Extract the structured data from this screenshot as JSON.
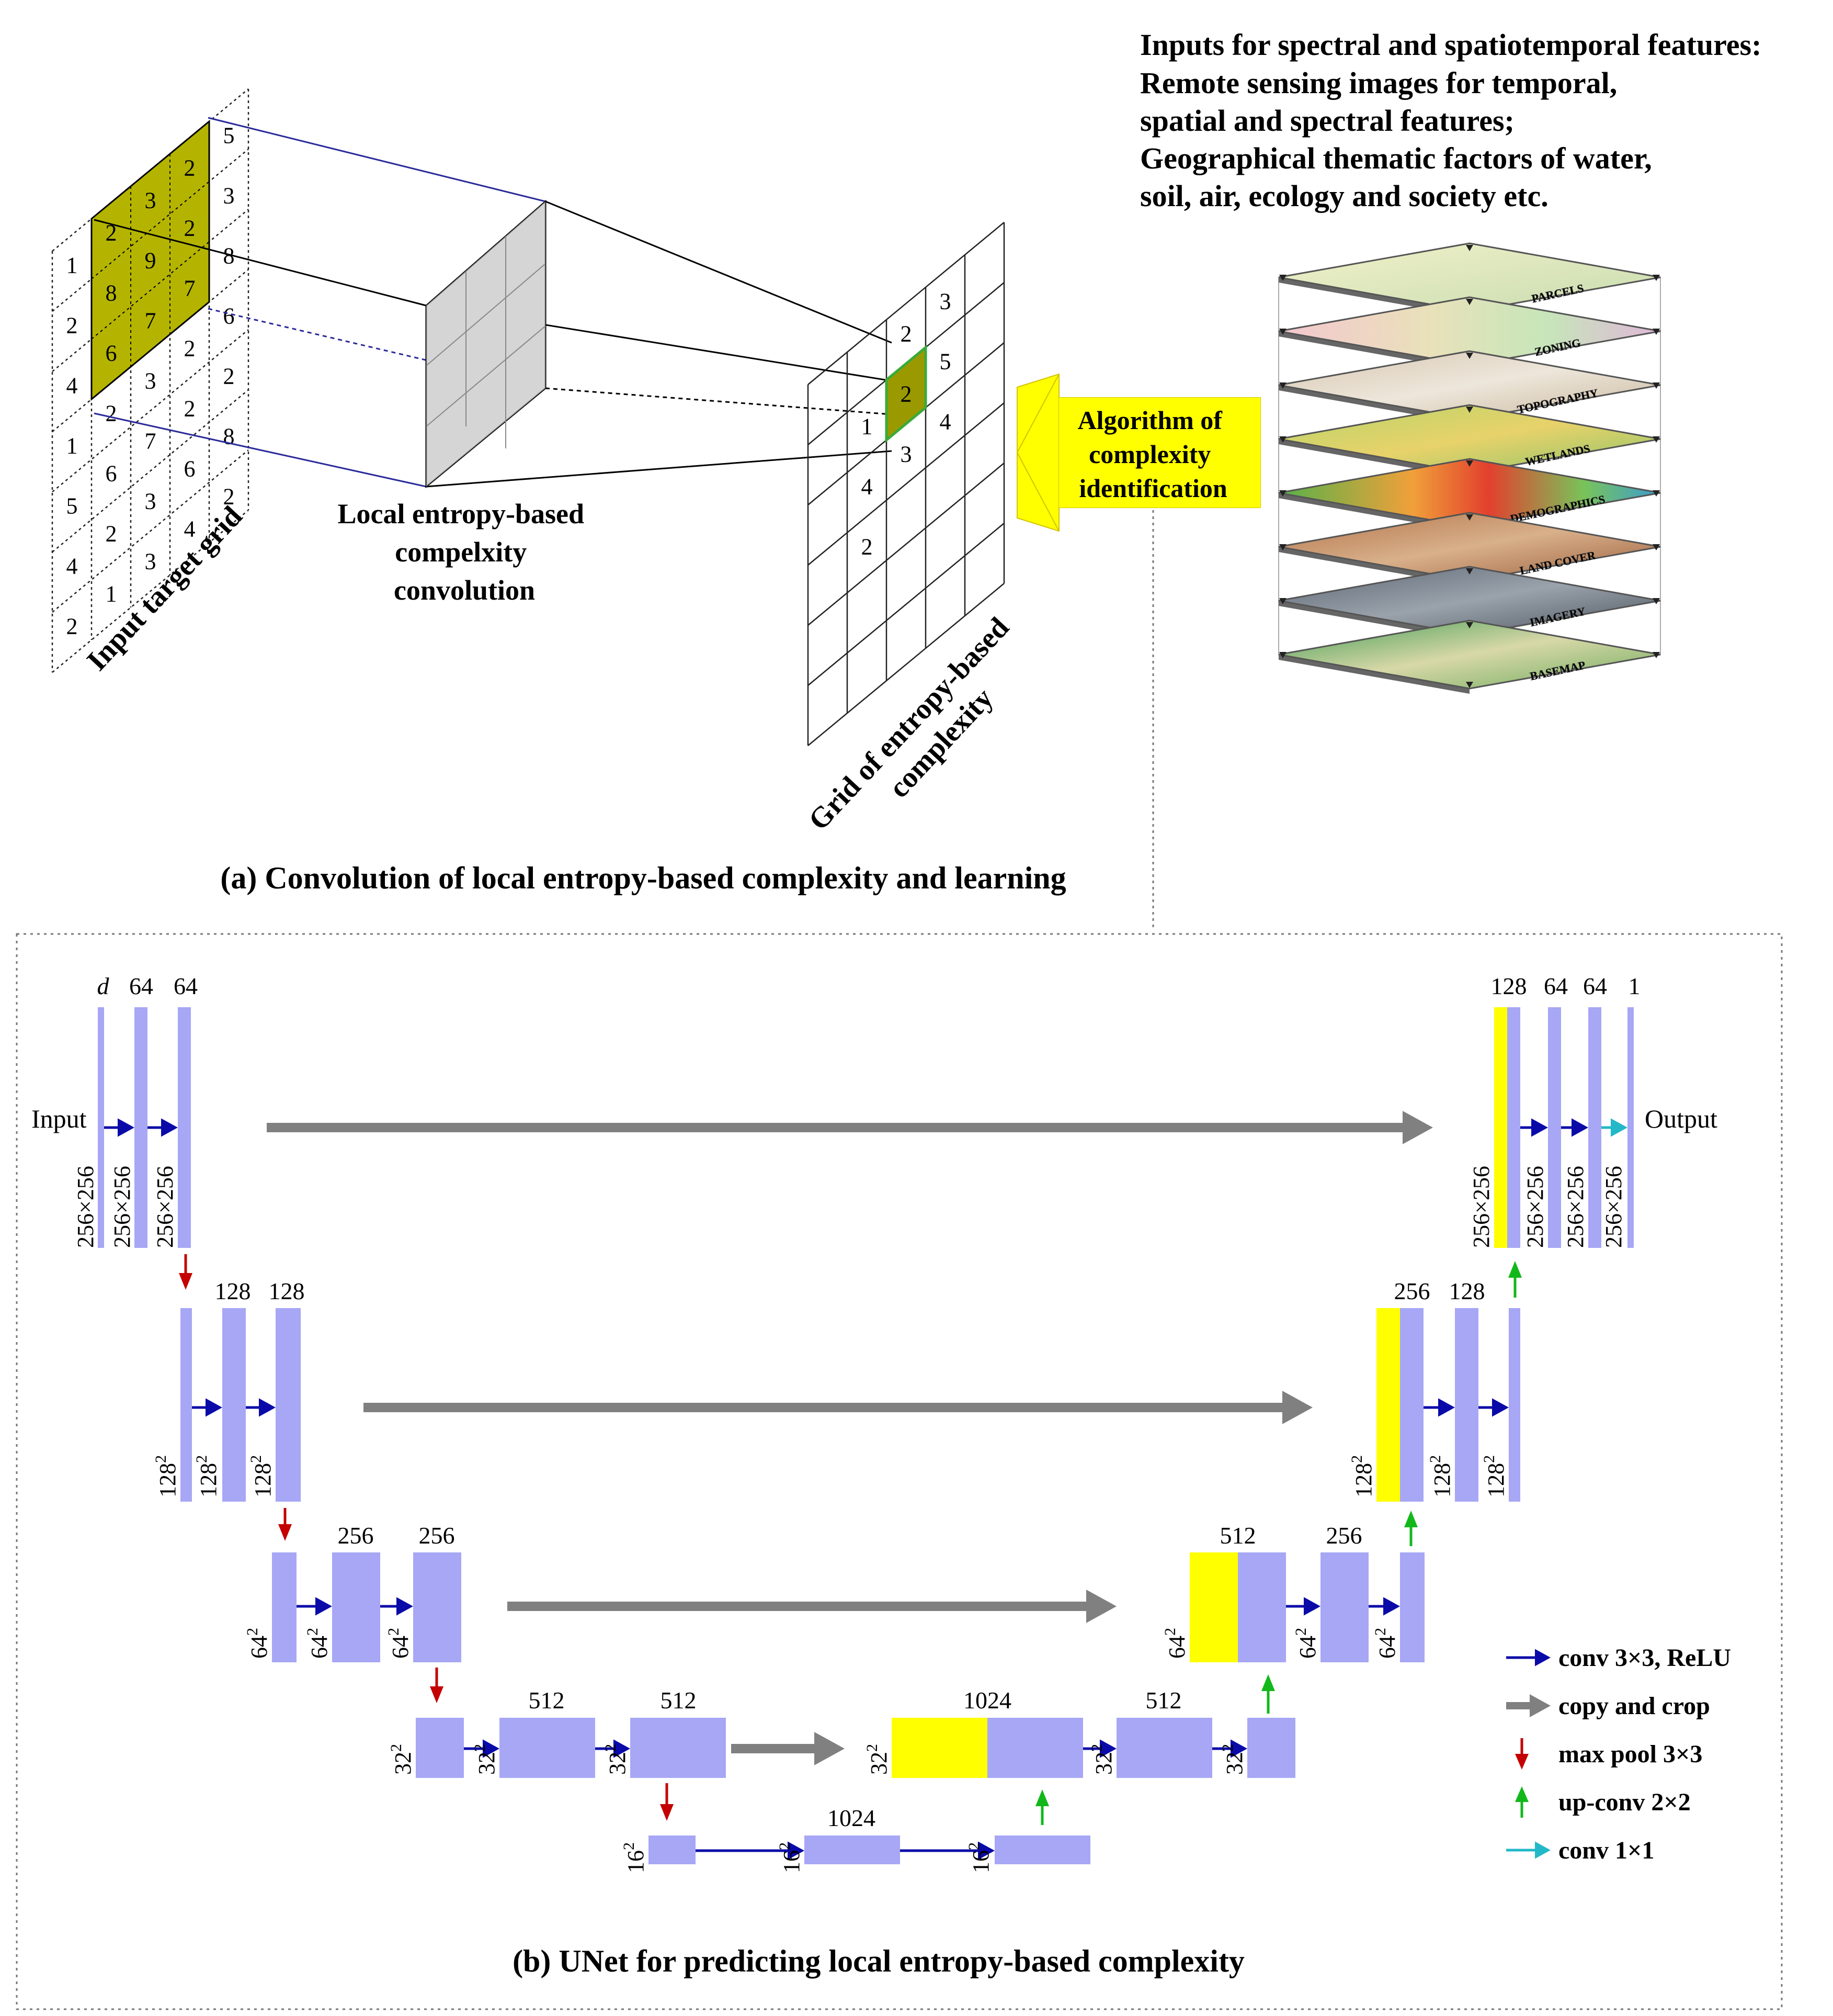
{
  "panel_a": {
    "input_grid_label": "Input target grid",
    "input_grid_values": [
      {
        "v": "1"
      },
      {
        "v": "2"
      },
      {
        "v": "4"
      },
      {
        "v": "1"
      },
      {
        "v": "5"
      },
      {
        "v": "4"
      },
      {
        "v": "2"
      },
      {
        "v": "2"
      },
      {
        "v": "8"
      },
      {
        "v": "6"
      },
      {
        "v": "2"
      },
      {
        "v": "6"
      },
      {
        "v": "2"
      },
      {
        "v": "1"
      },
      {
        "v": "3"
      },
      {
        "v": "9"
      },
      {
        "v": "7"
      },
      {
        "v": "3"
      },
      {
        "v": "7"
      },
      {
        "v": "3"
      },
      {
        "v": "3"
      },
      {
        "v": "2"
      },
      {
        "v": "2"
      },
      {
        "v": "7"
      },
      {
        "v": "2"
      },
      {
        "v": "2"
      },
      {
        "v": "6"
      },
      {
        "v": "4"
      },
      {
        "v": "5"
      },
      {
        "v": "3"
      },
      {
        "v": "8"
      },
      {
        "v": "6"
      },
      {
        "v": "2"
      },
      {
        "v": "8"
      },
      {
        "v": "2"
      }
    ],
    "conv_label_lines": [
      "Local entropy-based",
      "compelxity",
      "convolution"
    ],
    "output_grid_label_lines": [
      "Grid of entropy-based",
      "complexity"
    ],
    "output_grid_values": [
      {
        "v": "3"
      },
      {
        "v": "2"
      },
      {
        "v": "1"
      },
      {
        "v": "5"
      },
      {
        "v": "2"
      },
      {
        "v": "4"
      },
      {
        "v": "4"
      },
      {
        "v": "3"
      },
      {
        "v": "2"
      }
    ],
    "algorithm_label_lines": [
      "Algorithm of",
      "complexity",
      "identification"
    ],
    "inputs_text_lines": [
      "Inputs for spectral and spatiotemporal features:",
      " Remote sensing images for temporal,",
      "spatial and spectral features;",
      "Geographical thematic factors of water,",
      "soil, air, ecology and society etc."
    ],
    "layers": [
      "PARCELS",
      "ZONING",
      "TOPOGRAPHY",
      "WETLANDS",
      "DEMOGRAPHICS",
      "LAND COVER",
      "IMAGERY",
      "BASEMAP"
    ],
    "caption": "(a) Convolution of local entropy-based complexity and learning"
  },
  "panel_b": {
    "caption": "(b) UNet for predicting local entropy-based complexity",
    "input_label": "Input",
    "output_label": "Output",
    "channel_labels": [
      {
        "t": "d"
      },
      {
        "t": "64"
      },
      {
        "t": "64"
      },
      {
        "t": "128"
      },
      {
        "t": "128"
      },
      {
        "t": "256"
      },
      {
        "t": "256"
      },
      {
        "t": "512"
      },
      {
        "t": "512"
      },
      {
        "t": "1024"
      },
      {
        "t": "1024"
      },
      {
        "t": "512"
      },
      {
        "t": "512"
      },
      {
        "t": "256"
      },
      {
        "t": "256"
      },
      {
        "t": "128"
      },
      {
        "t": "128"
      },
      {
        "t": "64"
      },
      {
        "t": "64"
      },
      {
        "t": "1"
      }
    ],
    "size_labels": [
      {
        "t": "256×256"
      },
      {
        "t": "256×256"
      },
      {
        "t": "256×256"
      },
      {
        "t": "128"
      },
      {
        "t": "128"
      },
      {
        "t": "128"
      },
      {
        "t": "64"
      },
      {
        "t": "64"
      },
      {
        "t": "64"
      },
      {
        "t": "32"
      },
      {
        "t": "32"
      },
      {
        "t": "32"
      },
      {
        "t": "16"
      },
      {
        "t": "16"
      },
      {
        "t": "16"
      },
      {
        "t": "32"
      },
      {
        "t": "32"
      },
      {
        "t": "32"
      },
      {
        "t": "64"
      },
      {
        "t": "64"
      },
      {
        "t": "64"
      },
      {
        "t": "128"
      },
      {
        "t": "128"
      },
      {
        "t": "128"
      },
      {
        "t": "256×256"
      },
      {
        "t": "256×256"
      },
      {
        "t": "256×256"
      },
      {
        "t": "256×256"
      }
    ],
    "superscript": "2",
    "legend": [
      {
        "label": "conv 3×3, ReLU",
        "color": "#0a0aa8"
      },
      {
        "label": "copy and crop",
        "color": "#808080"
      },
      {
        "label": "max pool 3×3",
        "color": "#c40000"
      },
      {
        "label": "up-conv 2×2",
        "color": "#12b81a"
      },
      {
        "label": "conv 1×1",
        "color": "#22b8c8"
      }
    ],
    "colors": {
      "feature_map": "#a7a7f5",
      "copied_map": "#ffff00",
      "conv_arrow": "#0a0aa8",
      "copy_arrow": "#808080",
      "pool_arrow": "#c40000",
      "upconv_arrow": "#12b81a",
      "conv1_arrow": "#22b8c8"
    }
  }
}
